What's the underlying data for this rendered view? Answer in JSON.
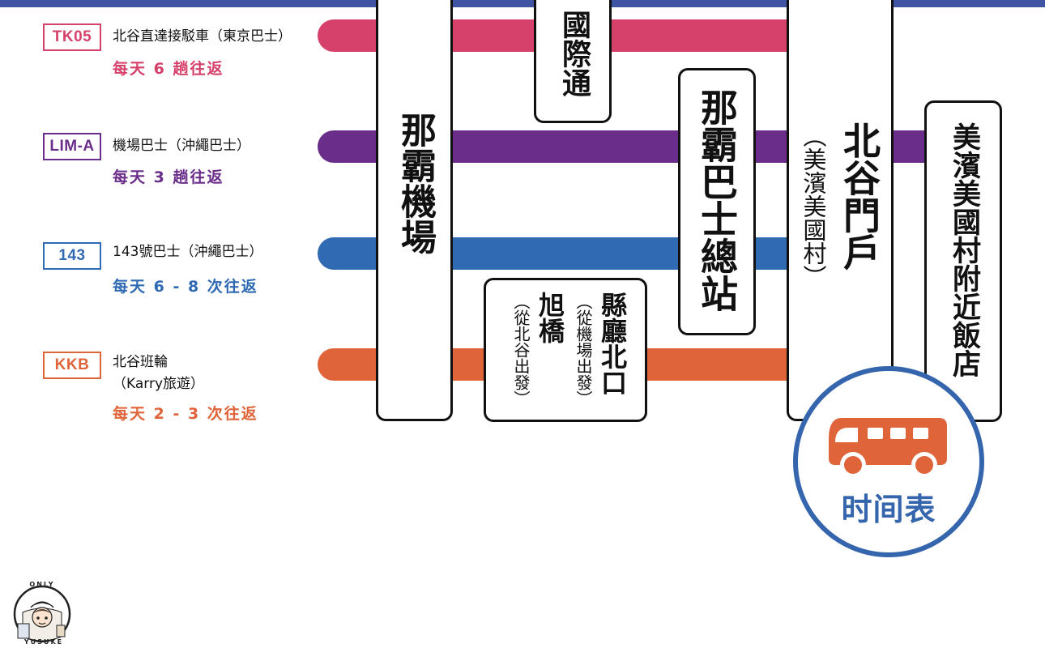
{
  "colors": {
    "top_bar": "#3f55a3",
    "tk05": "#d6416b",
    "lim_a": "#6a2e8a",
    "route_143": "#2f6ab3",
    "kkb": "#e0643a",
    "timetable": "#3566ad",
    "bus": "#e0643a"
  },
  "routes": [
    {
      "code": "TK05",
      "name": "北谷直達接駁車（東京巴士）",
      "frequency": "每天 6 趟往返"
    },
    {
      "code": "LIM-A",
      "name": "機場巴士（沖繩巴士）",
      "frequency": "每天 3 趟往返"
    },
    {
      "code": "143",
      "name": "143號巴士（沖繩巴士）",
      "frequency": "每天 6 - 8 次往返"
    },
    {
      "code": "KKB",
      "name_line1": "北谷班輪",
      "name_line2": "（Karry旅遊）",
      "frequency": "每天 2 - 3 次往返"
    }
  ],
  "stations": {
    "naha_airport": "那霸機場",
    "kokusai_dori": "國際通",
    "naha_bus_terminal": "那霸巴士總站",
    "kencho_kitaguchi": "縣廳北口",
    "kencho_note": "（從機場出發）",
    "asahibashi": "旭橋",
    "asahibashi_note": "（從北谷出發）",
    "chatan_gate": "北谷門戶",
    "chatan_gate_note": "（美濱美國村）",
    "mihama_hotels": "美濱美國村附近飯店"
  },
  "timetable": {
    "icon": "bus-icon",
    "label": "时间表"
  },
  "logo": {
    "top_text": "ONLY",
    "bottom_text": "YUSUKE"
  }
}
